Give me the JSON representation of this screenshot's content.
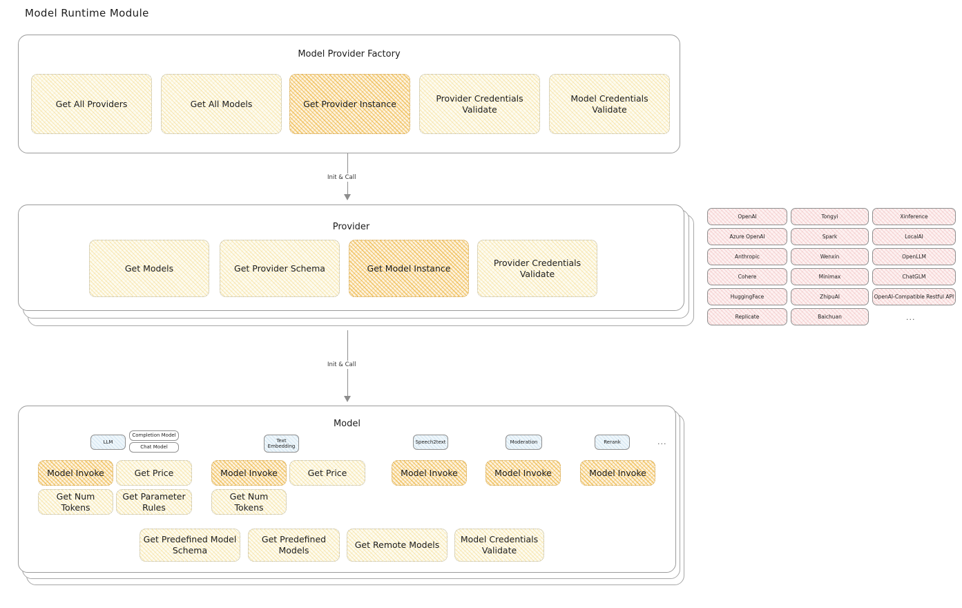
{
  "page": {
    "title": "Model Runtime Module"
  },
  "factory": {
    "title": "Model Provider Factory",
    "boxes": [
      {
        "label": "Get All Providers",
        "highlight": false
      },
      {
        "label": "Get All Models",
        "highlight": false
      },
      {
        "label": "Get Provider Instance",
        "highlight": true
      },
      {
        "label": "Provider Credentials Validate",
        "highlight": false
      },
      {
        "label": "Model Credentials Validate",
        "highlight": false
      }
    ]
  },
  "arrows": [
    {
      "label": "Init & Call"
    },
    {
      "label": "Init & Call"
    }
  ],
  "provider": {
    "title": "Provider",
    "boxes": [
      {
        "label": "Get Models",
        "highlight": false
      },
      {
        "label": "Get Provider Schema",
        "highlight": false
      },
      {
        "label": "Get Model Instance",
        "highlight": true
      },
      {
        "label": "Provider Credentials Validate",
        "highlight": false
      }
    ]
  },
  "provider_list": {
    "columns": [
      [
        "OpenAI",
        "Azure OpenAI",
        "Anthropic",
        "Cohere",
        "HuggingFace",
        "Replicate"
      ],
      [
        "Tongyi",
        "Spark",
        "Wenxin",
        "Minimax",
        "ZhipuAI",
        "Baichuan"
      ],
      [
        "Xinference",
        "LocalAI",
        "OpenLLM",
        "ChatGLM",
        "OpenAI-Compatible Restful API"
      ]
    ],
    "more": "..."
  },
  "model": {
    "title": "Model",
    "more": "...",
    "types": [
      {
        "name": "LLM",
        "subtypes": [
          "Completion Model",
          "Chat Model"
        ],
        "functions": [
          "Model Invoke",
          "Get Price",
          "Get Num Tokens",
          "Get Parameter Rules"
        ]
      },
      {
        "name": "Text Embedding",
        "subtypes": [],
        "functions": [
          "Model Invoke",
          "Get Price",
          "Get Num Tokens"
        ]
      },
      {
        "name": "Speech2text",
        "subtypes": [],
        "functions": [
          "Model Invoke"
        ]
      },
      {
        "name": "Moderation",
        "subtypes": [],
        "functions": [
          "Model Invoke"
        ]
      },
      {
        "name": "Rerank",
        "subtypes": [],
        "functions": [
          "Model Invoke"
        ]
      }
    ],
    "common_functions": [
      "Get Predefined Model Schema",
      "Get Predefined Models",
      "Get Remote Models",
      "Model Credentials Validate"
    ]
  },
  "colors": {
    "highlight": "#ecb236",
    "normal": "#f0c85a",
    "provider_pill": "#e28c8c",
    "badge": "#78aacd",
    "border": "#9a9a9a"
  }
}
